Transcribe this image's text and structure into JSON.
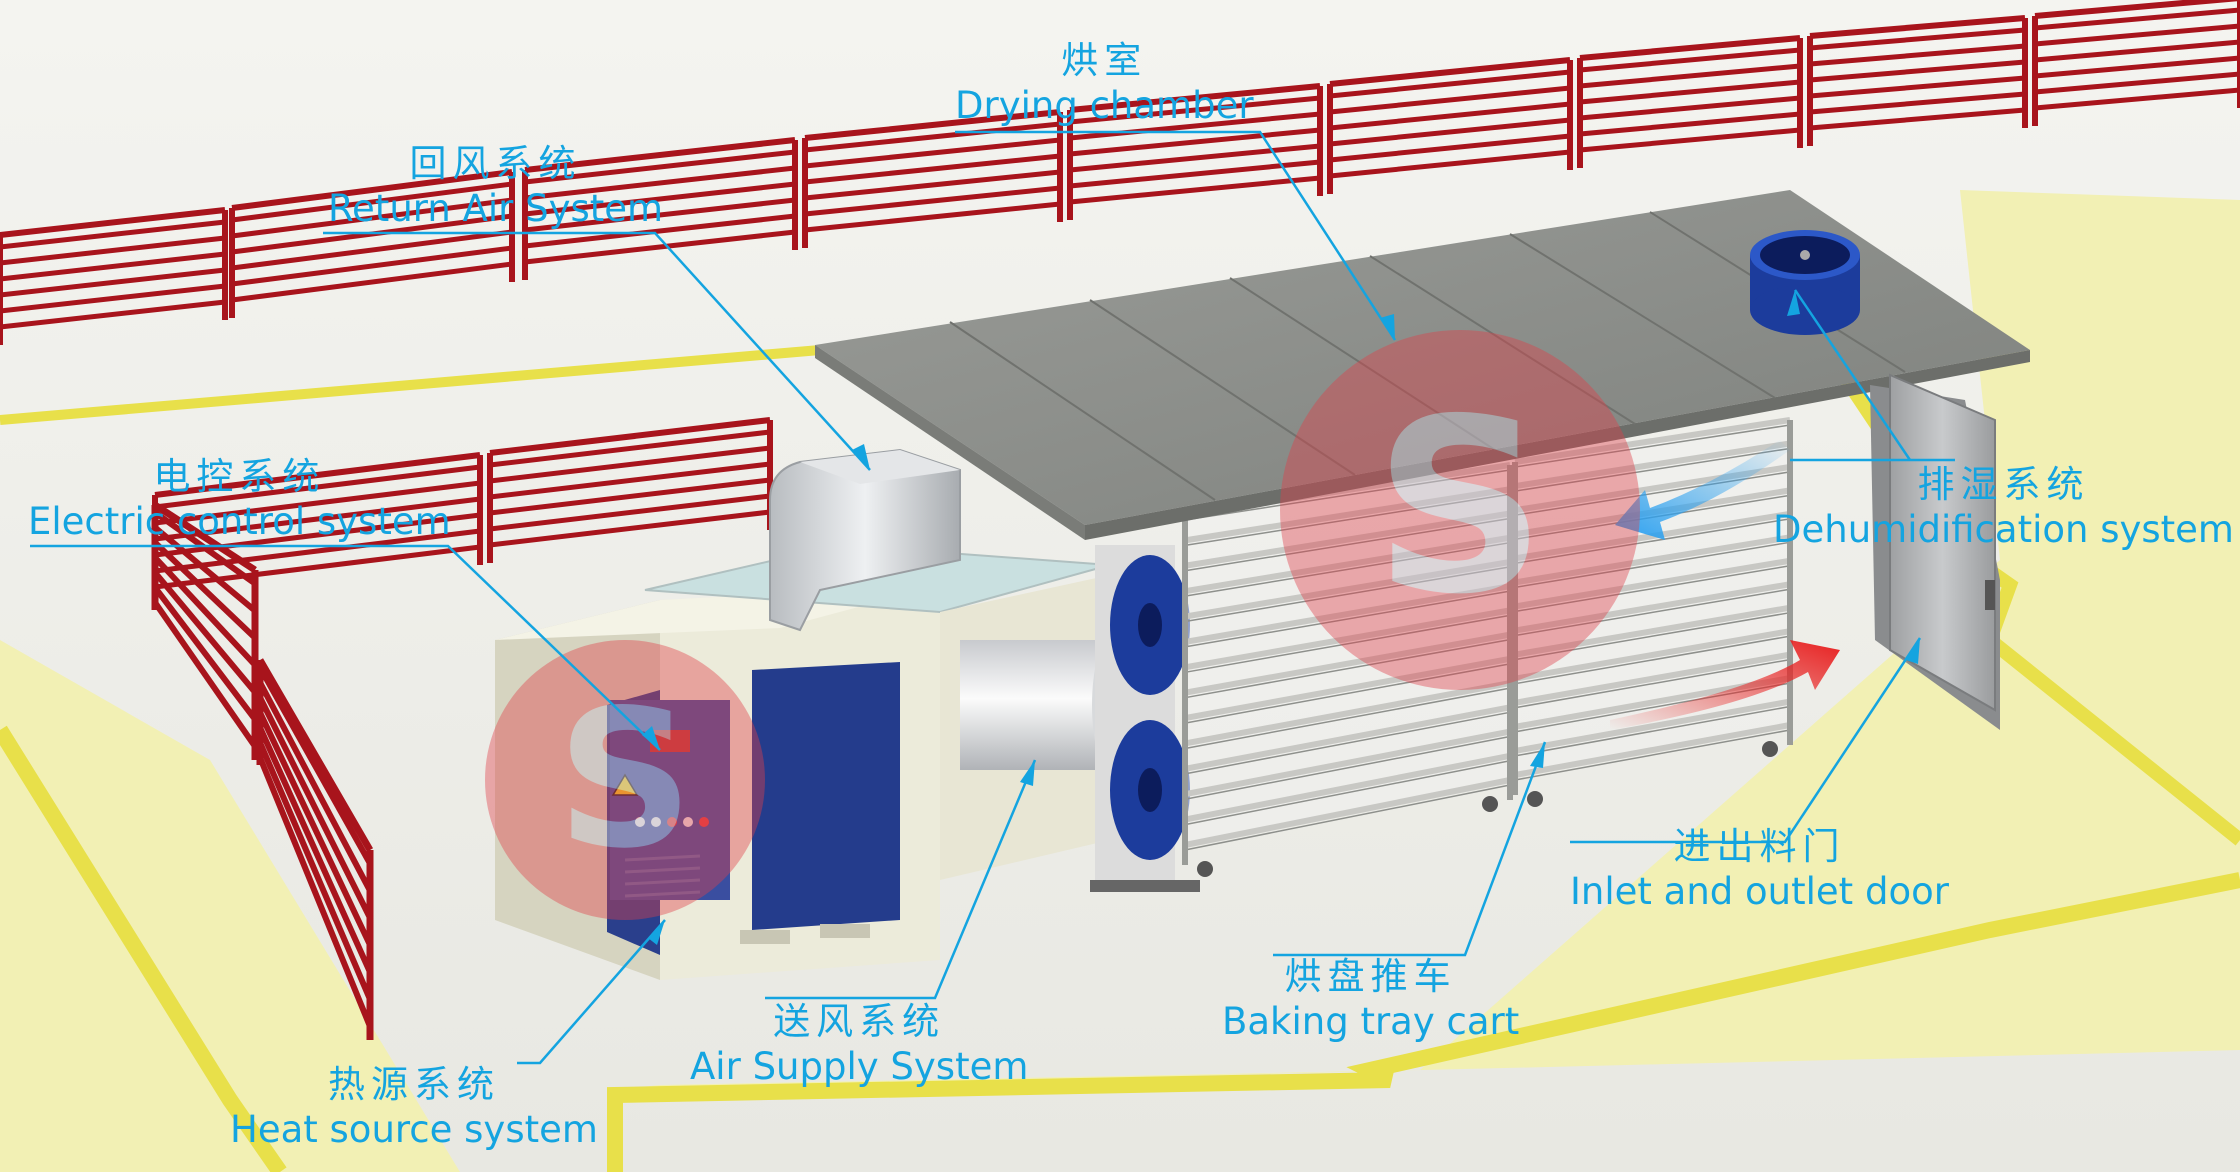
{
  "labels": {
    "drying_chamber": {
      "zh": "烘室",
      "en": "Drying chamber"
    },
    "return_air": {
      "zh": "回风系统",
      "en": "Return Air System"
    },
    "electric_control": {
      "zh": "电控系统",
      "en": "Electric control system"
    },
    "dehumidification": {
      "zh": "排湿系统",
      "en": "Dehumidification system"
    },
    "inlet_outlet_door": {
      "zh": "进出料门",
      "en": "Inlet and outlet door"
    },
    "baking_tray_cart": {
      "zh": "烘盘推车",
      "en": "Baking tray cart"
    },
    "air_supply": {
      "zh": "送风系统",
      "en": "Air Supply System"
    },
    "heat_source": {
      "zh": "热源系统",
      "en": "Heat source system"
    }
  },
  "colors": {
    "label": "#14a4e0",
    "leader_line": "#14a4e0",
    "fence": "#a8141c",
    "floor_zone": "#f2f0b4",
    "floor_stripe": "#e8e04a",
    "roof": "#8f918d",
    "cabinet_panel": "#243c8c",
    "fan_blue": "#1c3c9c",
    "watermark": "#e0404a"
  },
  "icons": {
    "watermark_logo": "sf-logo-watermark",
    "warning_sign": "warning-triangle-icon",
    "airflow_arrows": "airflow-arrow-icon"
  }
}
